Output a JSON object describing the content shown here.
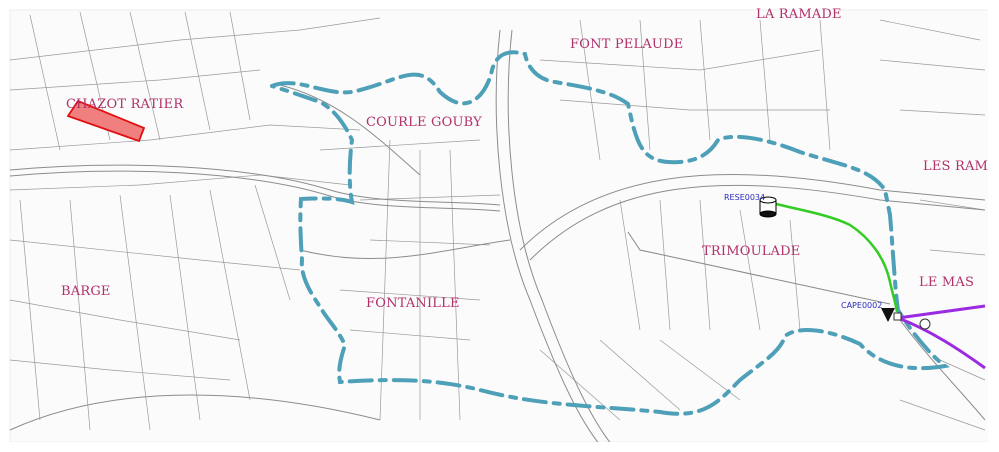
{
  "places": [
    {
      "id": "chazot-ratier",
      "label": "CHAZOT RATIER"
    },
    {
      "id": "courle-gouby",
      "label": "COURLE GOUBY"
    },
    {
      "id": "font-pelaude",
      "label": "FONT PELAUDE"
    },
    {
      "id": "la-ramade",
      "label": "LA RAMADE"
    },
    {
      "id": "les-rama",
      "label": "LES RAMA"
    },
    {
      "id": "le-mas",
      "label": "LE MAS"
    },
    {
      "id": "barge",
      "label": "BARGE"
    },
    {
      "id": "fontanille",
      "label": "FONTANILLE"
    },
    {
      "id": "trimoulade",
      "label": "TRIMOULADE"
    }
  ],
  "features": {
    "reservoir_code": "RESE0034",
    "capture_code": "CAPE0002"
  },
  "colors": {
    "boundary": "#4e9fb8",
    "pipe_green": "#33cc22",
    "pipe_purple": "#9a2be0",
    "highlight_fill": "#f08080",
    "highlight_stroke": "#e01010",
    "place_label": "#b0306a",
    "code_label": "#2a2ac0"
  }
}
